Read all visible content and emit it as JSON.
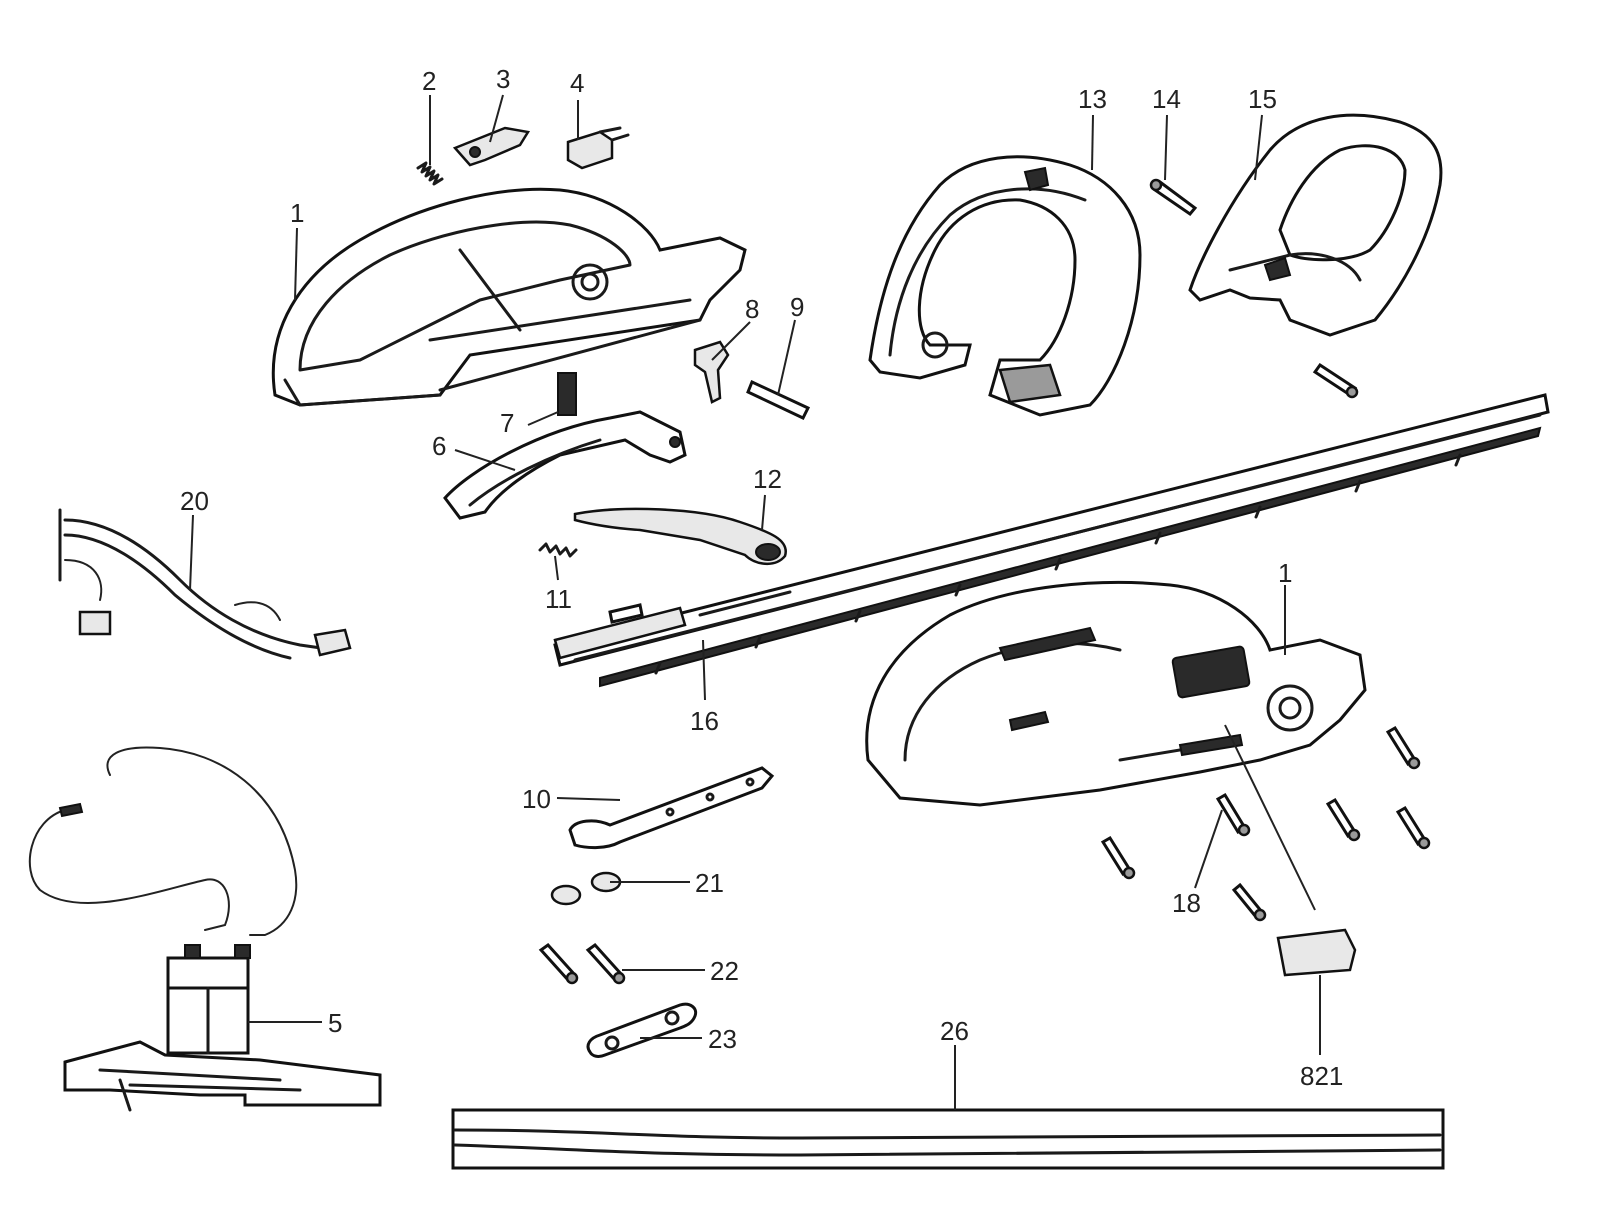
{
  "callouts": {
    "c1a": "1",
    "c1b": "1",
    "c2": "2",
    "c3": "3",
    "c4": "4",
    "c5": "5",
    "c6": "6",
    "c7": "7",
    "c8": "8",
    "c9": "9",
    "c10": "10",
    "c11": "11",
    "c12": "12",
    "c13": "13",
    "c14": "14",
    "c15": "15",
    "c16": "16",
    "c18": "18",
    "c20": "20",
    "c21": "21",
    "c22": "22",
    "c23": "23",
    "c26": "26",
    "c821": "821"
  }
}
